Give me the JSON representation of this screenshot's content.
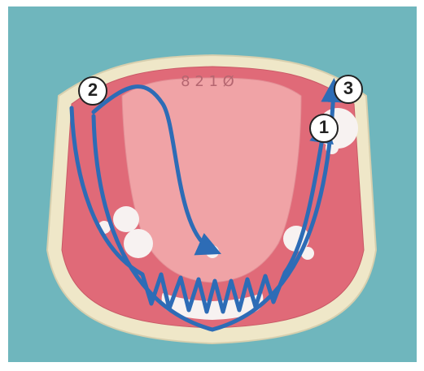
{
  "image": {
    "kind": "photo-illustration",
    "subject": "dental-arch-model"
  },
  "colors": {
    "backdrop": "#6fb6bd",
    "base": "#efe7c8",
    "gum": "#e06a78",
    "palate": "#f0a3a6",
    "tooth": "#f7f2f1",
    "path": "#2d6cb6",
    "badgeStroke": "#222222",
    "badgeFill": "#ffffff"
  },
  "model_engraving": "8 2 1 Ø",
  "badges": [
    {
      "id": "1",
      "label": "1"
    },
    {
      "id": "2",
      "label": "2"
    },
    {
      "id": "3",
      "label": "3"
    }
  ]
}
